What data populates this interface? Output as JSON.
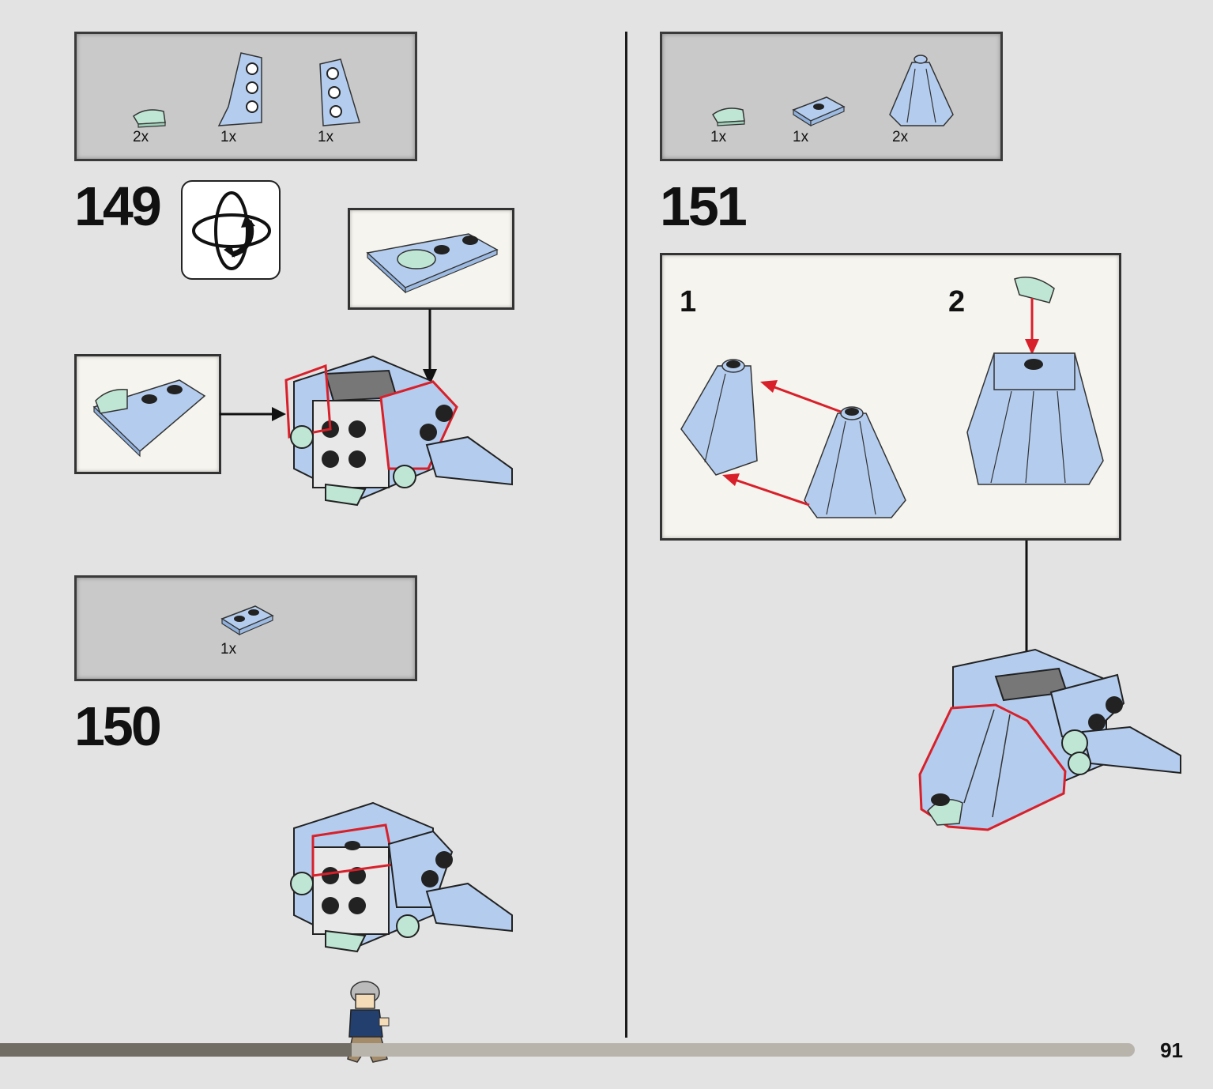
{
  "page": {
    "number": "91",
    "progress_fraction": 0.31
  },
  "steps": [
    {
      "number": "149",
      "parts": [
        {
          "name": "trans-light-green quarter tile",
          "qty": "2x"
        },
        {
          "name": "light blue wedge plate left",
          "qty": "1x"
        },
        {
          "name": "light blue wedge plate right",
          "qty": "1x"
        }
      ],
      "icon": "rotate-model-icon"
    },
    {
      "number": "150",
      "parts": [
        {
          "name": "light blue 1x2 plate",
          "qty": "1x"
        }
      ]
    },
    {
      "number": "151",
      "parts": [
        {
          "name": "trans-light-green quarter tile",
          "qty": "1x"
        },
        {
          "name": "light blue 1x2 jumper plate",
          "qty": "1x"
        },
        {
          "name": "light blue slope cone",
          "qty": "2x"
        }
      ],
      "substeps": [
        "1",
        "2"
      ]
    }
  ],
  "colors": {
    "background": "#e3e3e3",
    "parts_box": "#c9c9c9",
    "callout": "#f6f4ee",
    "light_blue": "#b4cdee",
    "trans_green": "#bfe6d4",
    "highlight": "#d8202a"
  }
}
